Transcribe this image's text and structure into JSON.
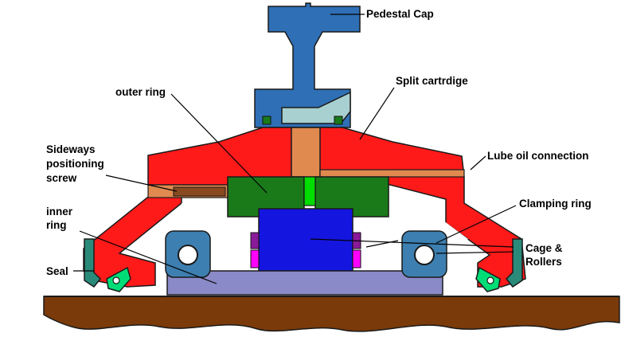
{
  "labels": {
    "pedestal_cap": "Pedestal Cap",
    "split_cartridge": "Split cartrdige",
    "outer_ring": "outer ring",
    "sideways_line1": "Sideways",
    "sideways_line2": "positioning",
    "sideways_line3": "screw",
    "lube_oil": "Lube oil connection",
    "clamping_ring": "Clamping ring",
    "inner_line1": "inner",
    "inner_line2": "ring",
    "cage_line1": "Cage &",
    "cage_line2": "Rollers",
    "seal": "Seal"
  },
  "colors": {
    "pedestal": "#2f6fb5",
    "cartridge_grey": "#a8d0d0",
    "housing_red": "#ff1a1a",
    "orange": "#e08a50",
    "outer_ring_green": "#1a7a1a",
    "green_bright": "#00dd00",
    "rollers_blue": "#1515e0",
    "inner_ring": "#8a8ac8",
    "clamp_ring": "#3d7fb0",
    "seal_teal": "#2a8a7a",
    "ground": "#7a3a0a",
    "cage_purple": "#8a1a9a",
    "cage_magenta": "#ff00ff"
  }
}
